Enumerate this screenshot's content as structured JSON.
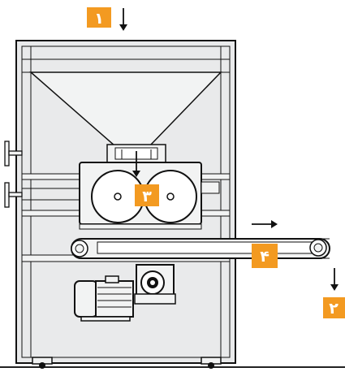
{
  "colors": {
    "frame_stroke": "#111111",
    "frame_fill": "#e9eaeb",
    "panel_fill": "#f2f3f3",
    "roller_fill": "#ffffff",
    "badge": "#f39a21",
    "floor": "#222222"
  },
  "callouts": {
    "inlet": "۱",
    "outlet": "۲",
    "rollers": "۳",
    "conveyor": "۴"
  },
  "icons": {
    "inlet_arrow": "arrow-down-icon",
    "conveyor_arrow": "arrow-right-icon",
    "outlet_arrow": "arrow-down-icon",
    "feed_arrow": "arrow-down-icon"
  }
}
